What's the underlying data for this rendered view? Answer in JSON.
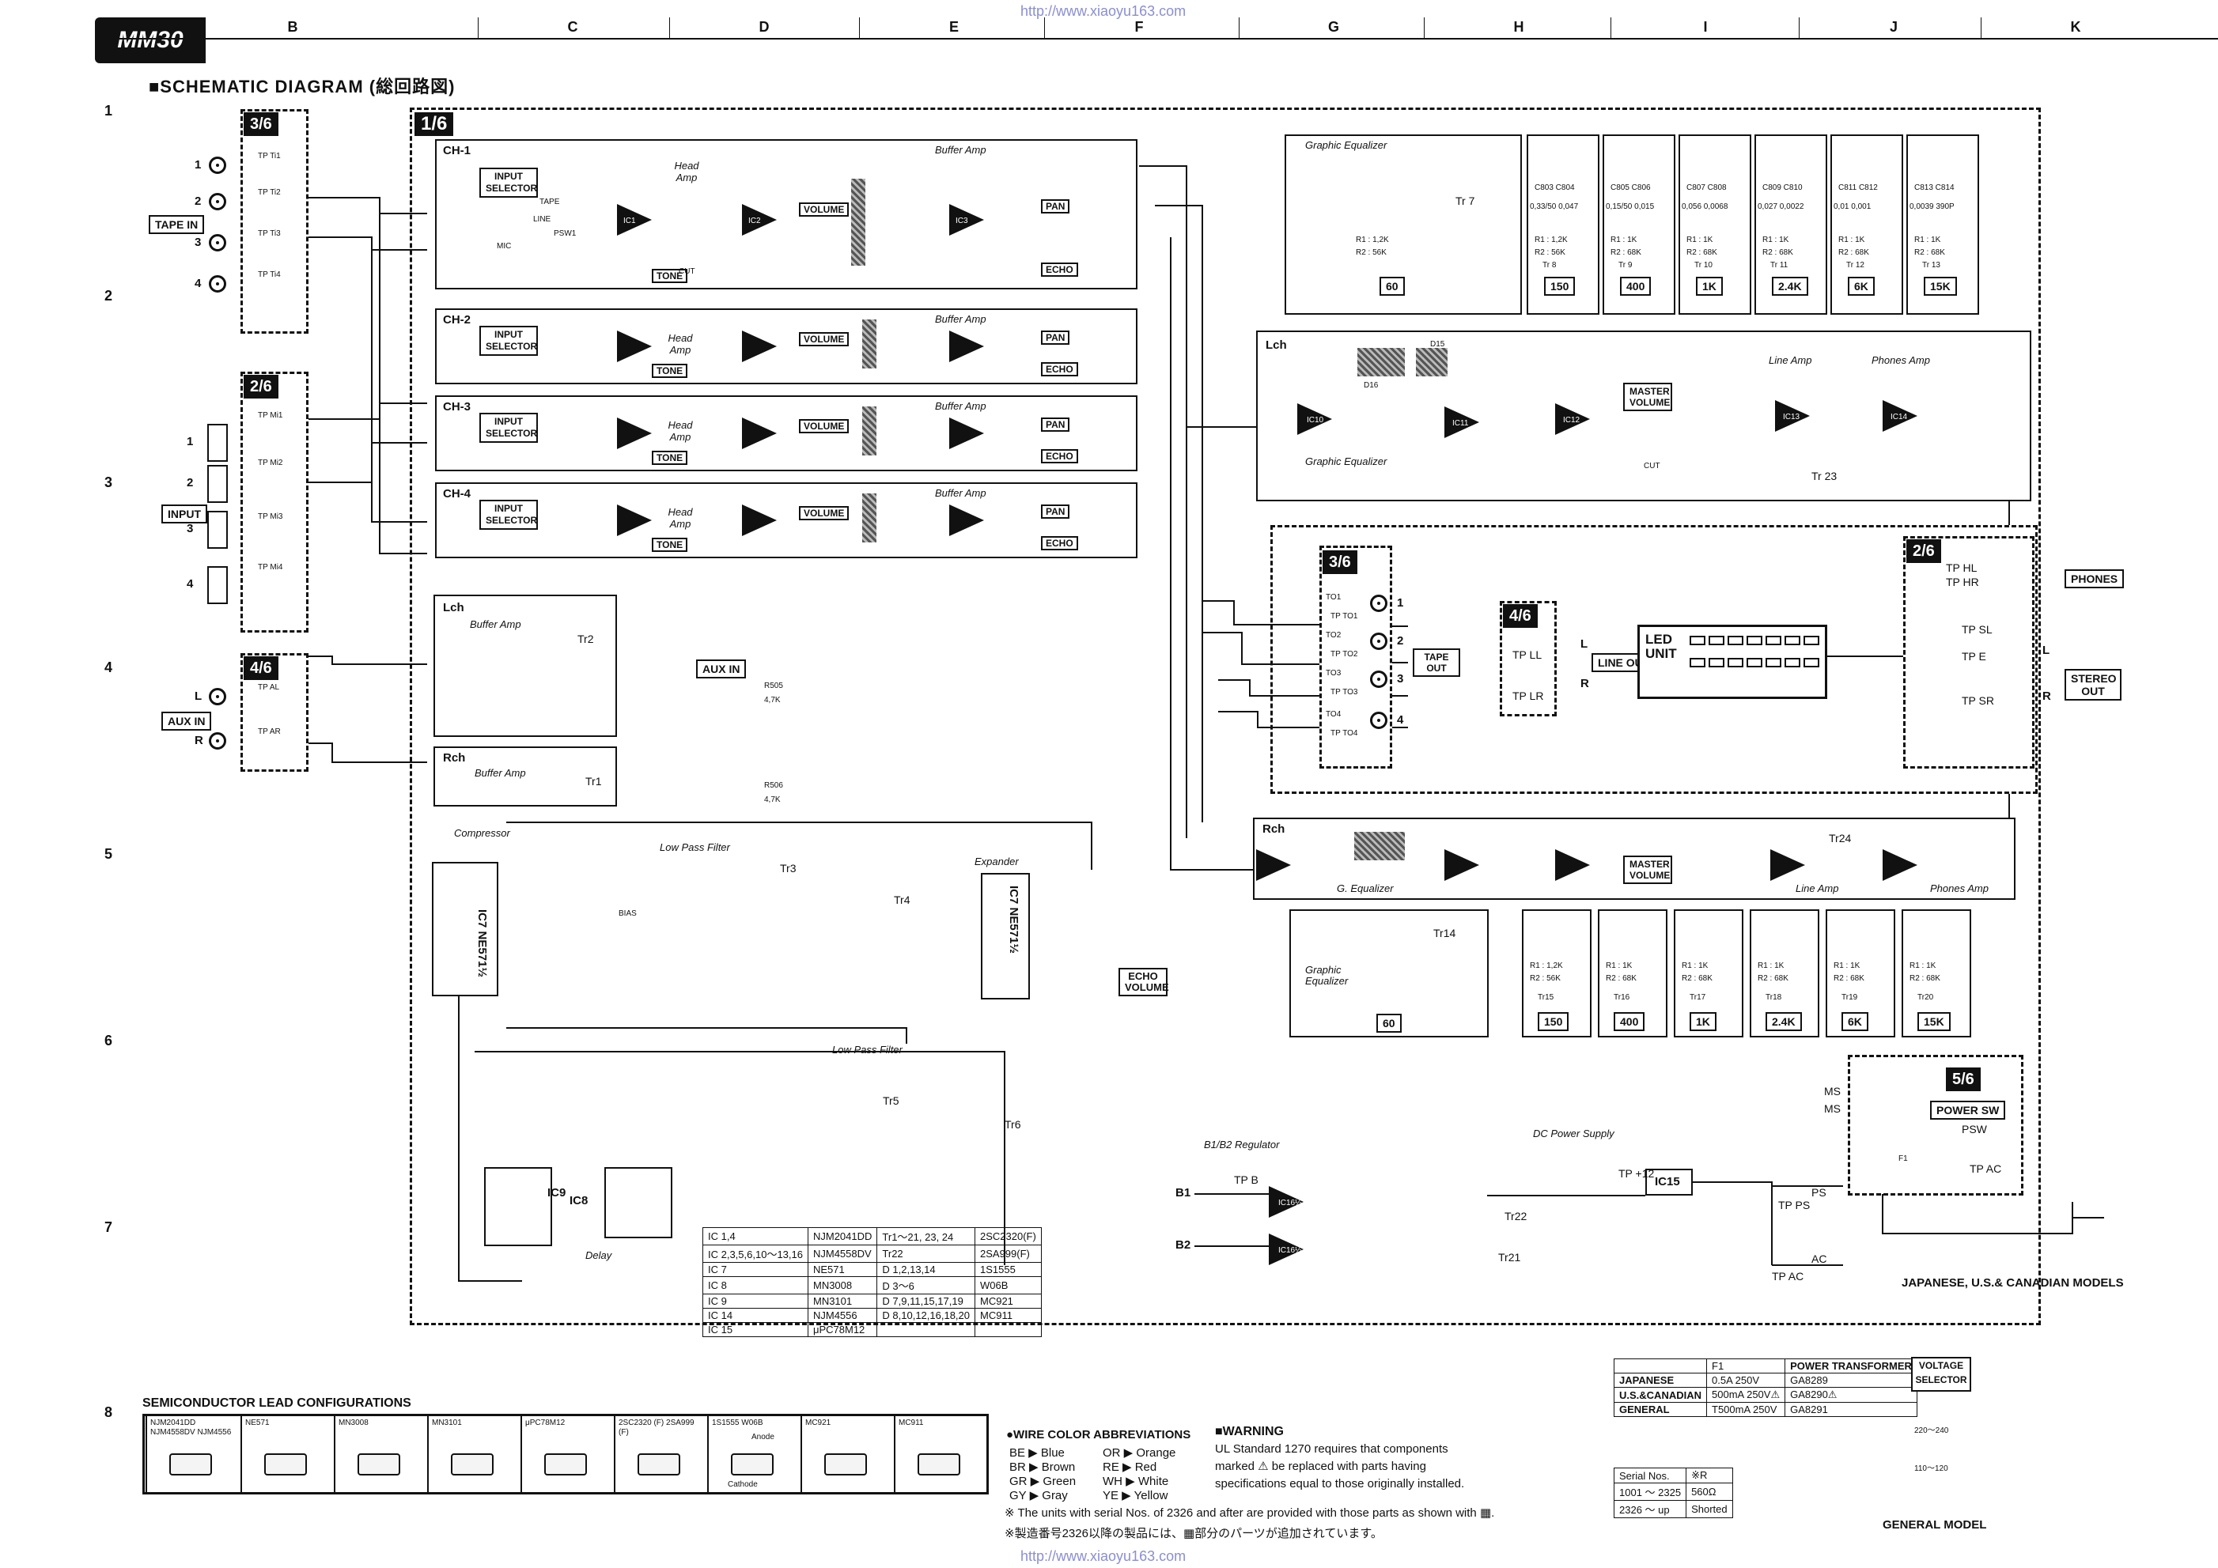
{
  "header": {
    "model": "MM30",
    "url_top": "http://www.xiaoyu163.com",
    "url_bottom": "http://www.xiaoyu163.com",
    "title": "■SCHEMATIC DIAGRAM (総回路図)",
    "columns": [
      "B",
      "C",
      "D",
      "E",
      "F",
      "G",
      "H",
      "I",
      "J",
      "K"
    ],
    "rows": [
      "1",
      "2",
      "3",
      "4",
      "5",
      "6",
      "7",
      "8"
    ]
  },
  "sheets": {
    "s16": "1/6",
    "s36a": "3/6",
    "s26a": "2/6",
    "s46a": "4/6",
    "s36b": "3/6",
    "s46b": "4/6",
    "s26b": "2/6",
    "s56": "5/6"
  },
  "inputs": {
    "tape_in": "TAPE IN",
    "input": "INPUT",
    "aux_in": "AUX IN",
    "nums": [
      "1",
      "2",
      "3",
      "4"
    ],
    "aux_l": "L",
    "aux_r": "R",
    "tp_ti": [
      "TP Ti1",
      "TP Ti2",
      "TP Ti3",
      "TP Ti4"
    ],
    "tp_mi": [
      "TP Mi1",
      "TP Mi2",
      "TP Mi3",
      "TP Mi4"
    ],
    "tp_al": "TP AL",
    "tp_ar": "TP AR"
  },
  "channels": [
    {
      "name": "CH-1",
      "selector": "INPUT SELECTOR",
      "head": "Head Amp",
      "tone": "TONE",
      "volume": "VOLUME",
      "buffer": "Buffer Amp",
      "pan": "PAN",
      "echo": "ECHO"
    },
    {
      "name": "CH-2",
      "selector": "INPUT SELECTOR",
      "head": "Head Amp",
      "tone": "TONE",
      "volume": "VOLUME",
      "buffer": "Buffer Amp",
      "pan": "PAN",
      "echo": "ECHO"
    },
    {
      "name": "CH-3",
      "selector": "INPUT SELECTOR",
      "head": "Head Amp",
      "tone": "TONE",
      "volume": "VOLUME",
      "buffer": "Buffer Amp",
      "pan": "PAN",
      "echo": "ECHO"
    },
    {
      "name": "CH-4",
      "selector": "INPUT SELECTOR",
      "head": "Head Amp",
      "tone": "TONE",
      "volume": "VOLUME",
      "buffer": "Buffer Amp",
      "pan": "PAN",
      "echo": "ECHO"
    }
  ],
  "ch1_parts": {
    "tape": "TAPE",
    "line": "LINE",
    "mic": "MIC",
    "psw": "PSW1",
    "ic1": "IC1",
    "ic2": "IC2",
    "ic3": "IC3",
    "cut": "CUT"
  },
  "aux_section": {
    "lch": "Lch",
    "rch": "Rch",
    "buffer": "Buffer Amp",
    "aux_in_box": "AUX IN",
    "tr2": "Tr2",
    "tr1": "Tr1",
    "r505": "R505",
    "r506": "R506",
    "val47k": "4,7K"
  },
  "effects": {
    "compressor": "Compressor",
    "low_pass_1": "Low Pass Filter",
    "low_pass_2": "Low Pass Filter",
    "expander": "Expander",
    "delay": "Delay",
    "echo_volume": "ECHO VOLUME",
    "ic7a": "IC7 NE571½",
    "ic7b": "IC7 NE571½",
    "bias": "BIAS",
    "ic8": "IC8",
    "ic9": "IC9",
    "tr3": "Tr3",
    "tr4": "Tr4",
    "tr5": "Tr5",
    "tr6": "Tr6"
  },
  "ic_table": [
    [
      "IC 1,4",
      "NJM2041DD",
      "Tr1～21, 23, 24",
      "2SC2320(F)"
    ],
    [
      "IC 2,3,5,6,10～13,16",
      "NJM4558DV",
      "Tr22",
      "2SA999(F)"
    ],
    [
      "IC 7",
      "NE571",
      "D 1,2,13,14",
      "1S1555"
    ],
    [
      "IC 8",
      "MN3008",
      "D 3～6",
      "W06B"
    ],
    [
      "IC 9",
      "MN3101",
      "D 7,9,11,15,17,19",
      "MC921"
    ],
    [
      "IC 14",
      "NJM4556",
      "D 8,10,12,16,18,20",
      "MC911"
    ],
    [
      "IC 15",
      "μPC78M12",
      "",
      ""
    ]
  ],
  "geq_top": {
    "title": "Graphic Equalizer",
    "tr7": "Tr 7",
    "r1": "R1 : 1,2K",
    "r2": "R2 : 56K",
    "bands": [
      {
        "caps": "C803 C804",
        "vals": "0,33/50 0,047",
        "r1": "R1 : 1,2K",
        "r2": "R2 : 56K",
        "tr": "Tr 8",
        "freq": "150"
      },
      {
        "caps": "C805 C806",
        "vals": "0,15/50 0,015",
        "r1": "R1 : 1K",
        "r2": "R2 : 68K",
        "tr": "Tr 9",
        "freq": "400"
      },
      {
        "caps": "C807 C808",
        "vals": "0,056 0,0068",
        "r1": "R1 : 1K",
        "r2": "R2 : 68K",
        "tr": "Tr 10",
        "freq": "1K"
      },
      {
        "caps": "C809 C810",
        "vals": "0,027 0,0022",
        "r1": "R1 : 1K",
        "r2": "R2 : 68K",
        "tr": "Tr 11",
        "freq": "2.4K"
      },
      {
        "caps": "C811 C812",
        "vals": "0,01 0,001",
        "r1": "R1 : 1K",
        "r2": "R2 : 68K",
        "tr": "Tr 12",
        "freq": "6K"
      },
      {
        "caps": "C813 C814",
        "vals": "0,0039 390P",
        "r1": "R1 : 1K",
        "r2": "R2 : 68K",
        "tr": "Tr 13",
        "freq": "15K"
      }
    ],
    "first_freq": "60"
  },
  "lch_main": {
    "lch": "Lch",
    "geq": "Graphic Equalizer",
    "line_amp": "Line Amp",
    "phones_amp": "Phones Amp",
    "master_volume": "MASTER VOLUME",
    "ic10": "IC10",
    "ic11": "IC11",
    "ic12": "IC12",
    "ic13": "IC13",
    "ic14": "IC14",
    "tr23": "Tr 23",
    "d15": "D15",
    "d16": "D16",
    "cut": "CUT"
  },
  "rch_main": {
    "rch": "Rch",
    "geq": "G. Equalizer",
    "line_amp": "Line Amp",
    "phones_amp": "Phones Amp",
    "master_volume": "MASTER VOLUME",
    "tr24": "Tr24",
    "tr14": "Tr14",
    "geq_label": "Graphic Equalizer",
    "bands": [
      {
        "r1": "R1 : 1,2K",
        "r2": "R2 : 56K",
        "tr": "Tr15",
        "freq": "150"
      },
      {
        "r1": "R1 : 1K",
        "r2": "R2 : 68K",
        "tr": "Tr16",
        "freq": "400"
      },
      {
        "r1": "R1 : 1K",
        "r2": "R2 : 68K",
        "tr": "Tr17",
        "freq": "1K"
      },
      {
        "r1": "R1 : 1K",
        "r2": "R2 : 68K",
        "tr": "Tr18",
        "freq": "2.4K"
      },
      {
        "r1": "R1 : 1K",
        "r2": "R2 : 68K",
        "tr": "Tr19",
        "freq": "6K"
      },
      {
        "r1": "R1 : 1K",
        "r2": "R2 : 68K",
        "tr": "Tr20",
        "freq": "15K"
      }
    ],
    "first_freq": "60"
  },
  "outputs": {
    "tape_out": "TAPE OUT",
    "line_out": "LINE OUT",
    "led_unit": "LED UNIT",
    "phones": "PHONES",
    "stereo_out": "STEREO OUT",
    "tp_to": [
      "TP TO1",
      "TP TO2",
      "TP TO3",
      "TP TO4"
    ],
    "to": [
      "TO1",
      "TO2",
      "TO3",
      "TO4"
    ],
    "nums": [
      "1",
      "2",
      "3",
      "4"
    ],
    "tp_ll": "TP LL",
    "tp_lr": "TP LR",
    "l": "L",
    "r": "R",
    "tp_hl": "TP HL",
    "tp_hr": "TP HR",
    "tp_sl": "TP SL",
    "tp_e": "TP E",
    "tp_sr": "TP SR"
  },
  "power": {
    "power_sw": "POWER SW",
    "psw": "PSW",
    "tp_ac": "TP AC",
    "f1": "F1",
    "dc_supply": "DC Power Supply",
    "ic15": "IC15",
    "tr21": "Tr21",
    "tr22": "Tr22",
    "regulator": "B1/B2 Regulator",
    "b1": "B1",
    "b2": "B2",
    "tpb": "TP B",
    "ic16a": "IC16½",
    "ic16b": "IC16½",
    "ps": "PS",
    "ac": "AC",
    "tp_ac2": "TP AC",
    "tp_ps": "TP PS",
    "tp12": "TP +12",
    "models": "JAPANESE, U.S.& CANADIAN MODELS",
    "ms": "MS"
  },
  "fuse_table": {
    "head": [
      "",
      "F1",
      "POWER TRANSFORMER"
    ],
    "rows": [
      [
        "JAPANESE",
        "0.5A  250V",
        "GA8289"
      ],
      [
        "U.S.&CANADIAN",
        "500mA 250V⚠",
        "GA8290⚠"
      ],
      [
        "GENERAL",
        "T500mA 250V",
        "GA8291"
      ]
    ]
  },
  "serial_table": {
    "head": [
      "Serial Nos.",
      "※R"
    ],
    "rows": [
      [
        "1001 ～ 2325",
        "560Ω"
      ],
      [
        "2326 ～ up",
        "Shorted"
      ]
    ]
  },
  "voltage": {
    "title": "VOLTAGE SELECTOR",
    "general": "GENERAL MODEL",
    "v1": "220～240",
    "v2": "110～120"
  },
  "semis": {
    "title": "SEMICONDUCTOR LEAD CONFIGURATIONS",
    "items": [
      {
        "name": "NJM2041DD NJM4558DV NJM4556"
      },
      {
        "name": "NE571"
      },
      {
        "name": "MN3008"
      },
      {
        "name": "MN3101"
      },
      {
        "name": "μPC78M12"
      },
      {
        "name": "2SC2320 (F) 2SA999 (F)"
      },
      {
        "name": "1S1555 W06B"
      },
      {
        "name": "MC921"
      },
      {
        "name": "MC911"
      }
    ],
    "anode": "Anode",
    "cathode": "Cathode"
  },
  "wire_colors": {
    "title": "●WIRE COLOR ABBREVIATIONS",
    "left": [
      "BE ▶ Blue",
      "BR ▶ Brown",
      "GR ▶ Green",
      "GY ▶ Gray"
    ],
    "right": [
      "OR ▶ Orange",
      "RE ▶ Red",
      "WH ▶ White",
      "YE ▶ Yellow"
    ]
  },
  "warning": {
    "title": "■WARNING",
    "text": "UL Standard 1270 requires that components marked ⚠ be replaced with parts having specifications equal to those originally installed."
  },
  "footnotes": {
    "en": "※ The units with serial Nos. of 2326 and after are provided with those parts as shown with ▦.",
    "jp": "※製造番号2326以降の製品には、▦部分のパーツが追加されています。"
  },
  "colors": {
    "ink": "#111111",
    "url": "#8a8fd0"
  }
}
